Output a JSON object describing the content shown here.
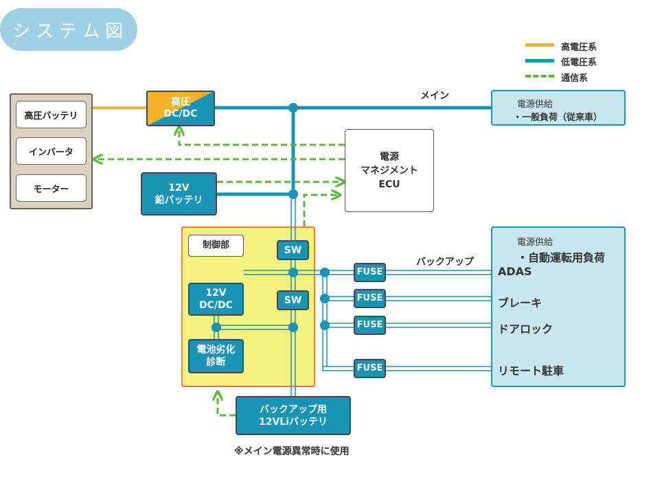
{
  "title": "システム図",
  "legend": [
    {
      "label": "高電圧系",
      "color": "#f5b32a",
      "style": "solid"
    },
    {
      "label": "低電圧系",
      "color": "#1a94b4",
      "style": "solid"
    },
    {
      "label": "通信系",
      "color": "#5db83a",
      "style": "dashed"
    }
  ],
  "battery_group": {
    "items": [
      "高圧バッテリ",
      "インバータ",
      "モーター"
    ]
  },
  "hv_dcdc": {
    "line1": "高圧",
    "line2": "DC/DC"
  },
  "main_label": "メイン",
  "main_supply": {
    "line1": "電源供給",
    "line2": "・一般負荷（従来車）"
  },
  "ecu": {
    "line1": "電源",
    "line2": "マネジメント",
    "line3": "ECU"
  },
  "lead_battery": {
    "line1": "12V",
    "line2": "鉛バッテリ"
  },
  "control": {
    "title": "制御部",
    "sw1": "SW",
    "sw2": "SW",
    "dcdc": {
      "line1": "12V",
      "line2": "DC/DC"
    },
    "diag": {
      "line1": "電池劣化",
      "line2": "診断"
    }
  },
  "backup_label": "バックアップ",
  "fuses": [
    "FUSE",
    "FUSE",
    "FUSE",
    "FUSE"
  ],
  "backup_supply": {
    "line1": "電源供給",
    "line2": "・自動運転用負荷",
    "loads": [
      "ADAS",
      "ブレーキ",
      "ドアロック",
      "リモート駐車"
    ]
  },
  "backup_battery": {
    "line1": "バックアップ用",
    "line2": "12VLiバッテリ"
  },
  "footnote": "※メイン電源異常時に使用",
  "colors": {
    "high_voltage": "#f5b32a",
    "low_voltage": "#1a94b4",
    "communication": "#5db83a",
    "control_fill": "#f5f17e",
    "control_border": "#e87b42"
  }
}
